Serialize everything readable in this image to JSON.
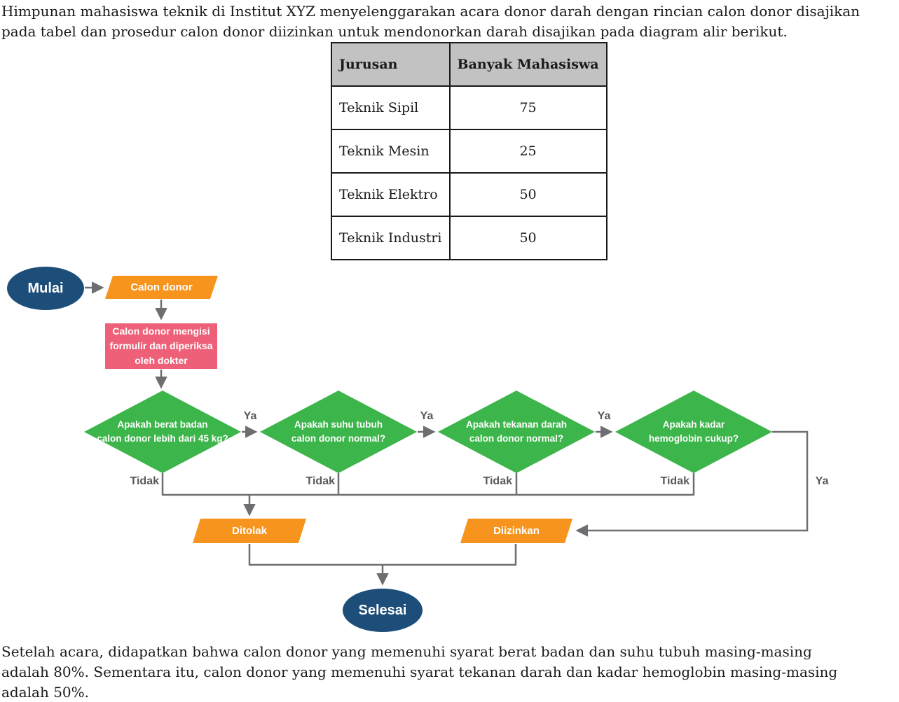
{
  "intro": {
    "text": "Himpunan mahasiswa teknik di Institut XYZ menyelenggarakan acara donor darah dengan rincian calon donor disajikan\npada tabel dan prosedur calon donor diizinkan untuk mendonorkan darah disajikan pada diagram alir berikut."
  },
  "table": {
    "headers": [
      "Jurusan",
      "Banyak Mahasiswa"
    ],
    "rows": [
      [
        "Teknik Sipil",
        "75"
      ],
      [
        "Teknik Mesin",
        "25"
      ],
      [
        "Teknik Elektro",
        "50"
      ],
      [
        "Teknik Industri",
        "50"
      ]
    ]
  },
  "flowchart": {
    "start": "Mulai",
    "input": "Calon donor",
    "process": "Calon donor mengisi\nformulir dan diperiksa\noleh dokter",
    "decisions": [
      "Apakah berat badan\ncalon donor lebih dari 45 kg?",
      "Apakah suhu tubuh\ncalon donor normal?",
      "Apakah tekanan darah\ncalon donor normal?",
      "Apakah kadar\nhemoglobin cukup?"
    ],
    "yes_label": "Ya",
    "no_label": "Tidak",
    "rejected": "Ditolak",
    "approved": "Diizinkan",
    "end": "Selesai",
    "colors": {
      "terminator": "#1d4e79",
      "io": "#f7941e",
      "process": "#ed6078",
      "decision": "#3cb54a",
      "connector": "#6d6e71",
      "branch_label": "#58595b",
      "table_header_bg": "#c2c2c2"
    }
  },
  "closing": {
    "text": "Setelah acara, didapatkan bahwa calon donor yang memenuhi syarat berat badan dan suhu tubuh masing-masing\nadalah 80%. Sementara itu, calon donor yang memenuhi syarat tekanan darah dan kadar hemoglobin masing-masing\nadalah 50%."
  }
}
